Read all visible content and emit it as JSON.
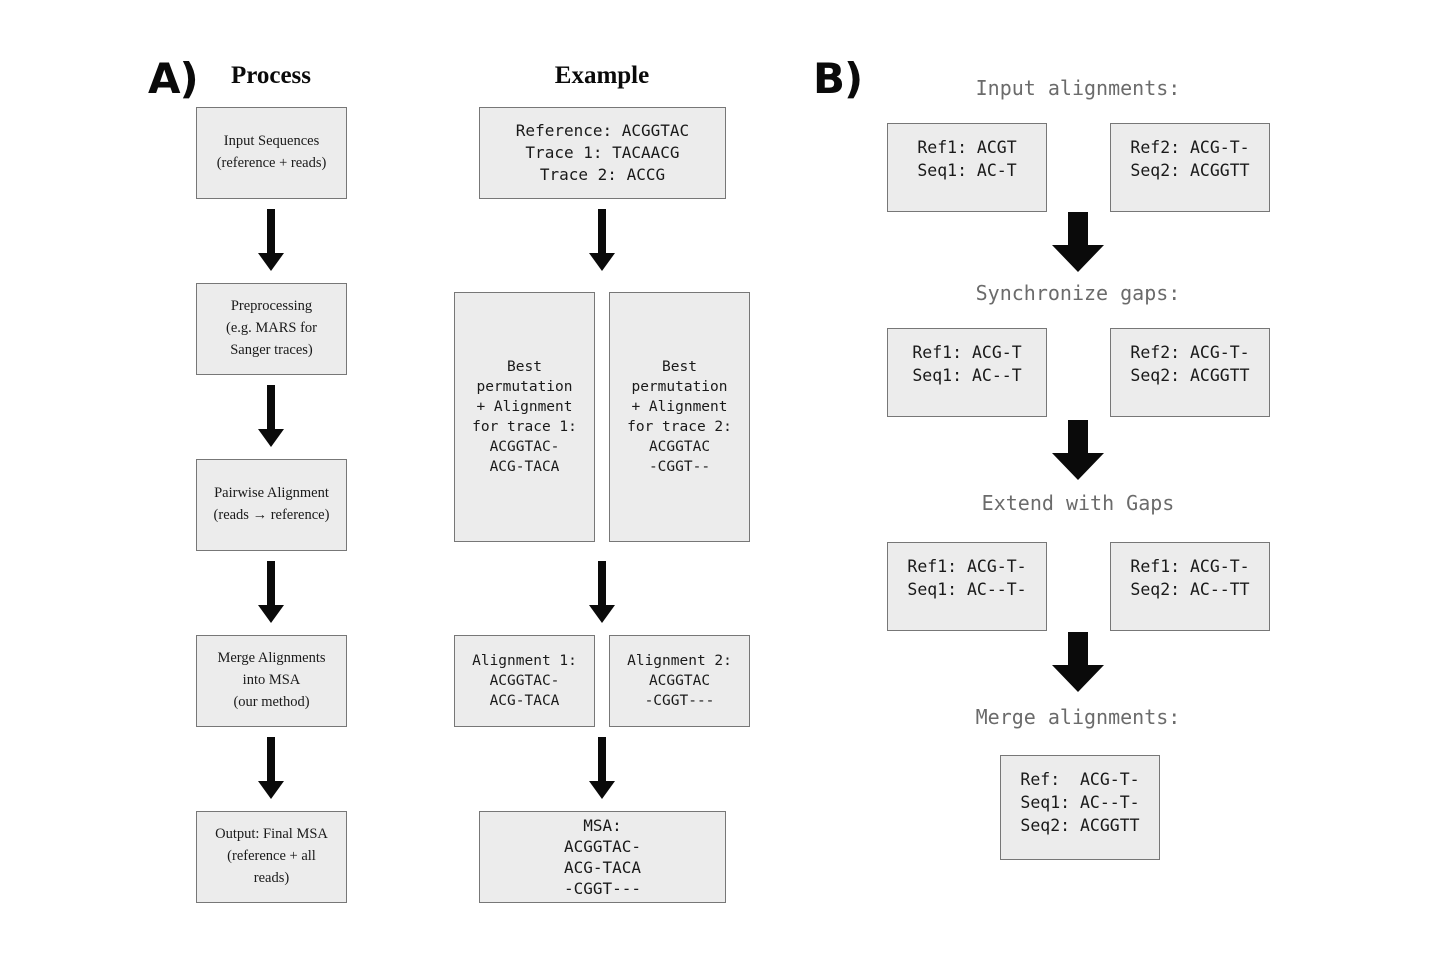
{
  "panel_a": {
    "label": "A)",
    "process_header": "Process",
    "example_header": "Example",
    "process_boxes": [
      {
        "lines": [
          "Input Sequences",
          "(reference + reads)"
        ]
      },
      {
        "lines": [
          "Preprocessing",
          "(e.g. MARS for",
          "Sanger traces)"
        ]
      },
      {
        "lines": [
          "Pairwise Alignment",
          "(reads → reference)"
        ]
      },
      {
        "lines": [
          "Merge Alignments",
          "into MSA",
          "(our method)"
        ]
      },
      {
        "lines": [
          "Output: Final MSA",
          "(reference + all",
          "reads)"
        ]
      }
    ],
    "example_boxes": {
      "input": [
        "Reference: ACGGTAC",
        "Trace 1: TACAACG",
        "Trace 2: ACCG"
      ],
      "perm1": [
        "Best",
        "permutation",
        "+ Alignment",
        "for trace 1:",
        "ACGGTAC-",
        "ACG-TACA"
      ],
      "perm2": [
        "Best",
        "permutation",
        "+ Alignment",
        "for trace 2:",
        "ACGGTAC",
        "-CGGT--"
      ],
      "align1": [
        "Alignment 1:",
        "ACGGTAC-",
        "ACG-TACA"
      ],
      "align2": [
        "Alignment 2:",
        "ACGGTAC",
        "-CGGT---"
      ],
      "msa": [
        "MSA:",
        "ACGGTAC-",
        "ACG-TACA",
        "-CGGT---"
      ]
    }
  },
  "panel_b": {
    "label": "B)",
    "step1": {
      "header": "Input alignments:",
      "left": [
        "Ref1: ACGT",
        "Seq1: AC-T"
      ],
      "right": [
        "Ref2: ACG-T-",
        "Seq2: ACGGTT"
      ]
    },
    "step2": {
      "header": "Synchronize gaps:",
      "left": [
        "Ref1: ACG-T",
        "Seq1: AC--T"
      ],
      "right": [
        "Ref2: ACG-T-",
        "Seq2: ACGGTT"
      ]
    },
    "step3": {
      "header": "Extend with Gaps",
      "left": [
        "Ref1: ACG-T-",
        "Seq1: AC--T-"
      ],
      "right": [
        "Ref1: ACG-T-",
        "Seq2: AC--TT"
      ]
    },
    "step4": {
      "header": "Merge alignments:",
      "final": [
        "Ref:  ACG-T-",
        "Seq1: AC--T-",
        "Seq2: ACGGTT"
      ]
    }
  },
  "colors": {
    "box_fill": "#ececec",
    "box_border": "#777777",
    "arrow": "#0a0a0a",
    "header_gray": "#6b6b6b",
    "text": "#1a1a1a"
  }
}
